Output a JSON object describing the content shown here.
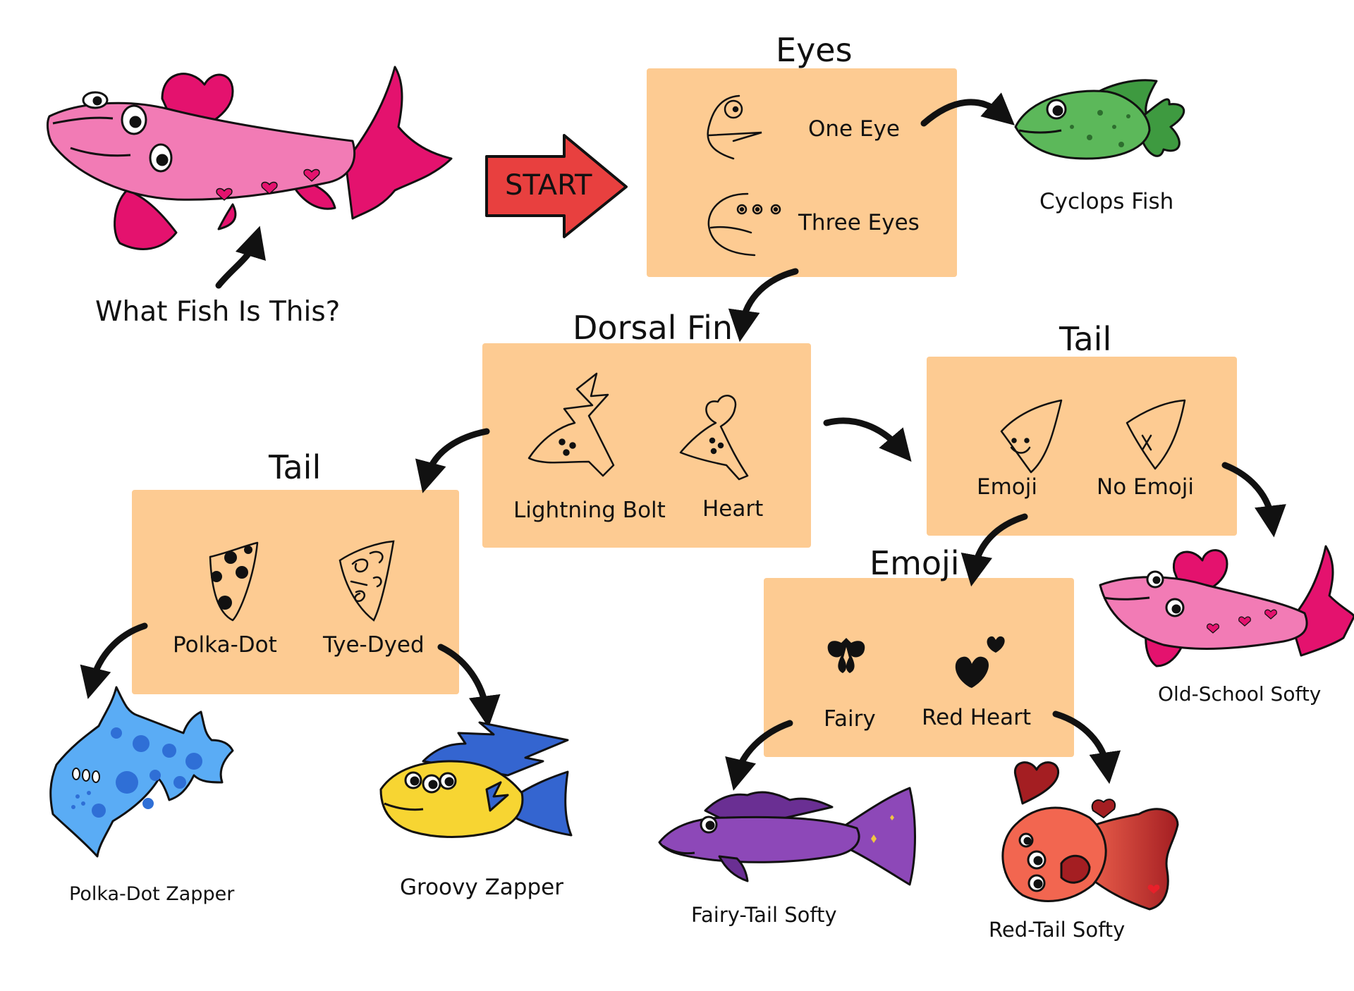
{
  "question": "What Fish Is This?",
  "start_label": "START",
  "eyes": {
    "heading": "Eyes",
    "options": [
      "One Eye",
      "Three  Eyes"
    ]
  },
  "dorsal_fin": {
    "heading": "Dorsal Fin",
    "options": [
      "Lightning Bolt",
      "Heart"
    ]
  },
  "tail_left": {
    "heading": "Tail",
    "options": [
      "Polka-Dot",
      "Tye-Dyed"
    ]
  },
  "tail_right": {
    "heading": "Tail",
    "options": [
      "Emoji",
      "No Emoji"
    ]
  },
  "emoji": {
    "heading": "Emoji",
    "options": [
      "Fairy",
      "Red Heart"
    ]
  },
  "results": {
    "cyclops": "Cyclops  Fish",
    "old_school": "Old-School Softy",
    "polka_dot_zapper": "Polka-Dot Zapper",
    "groovy_zapper": "Groovy Zapper",
    "fairy_tail": "Fairy-Tail Softy",
    "red_tail": "Red-Tail Softy"
  },
  "colors": {
    "box": "#fdcb92",
    "start_arrow": "#e8403f",
    "pink_fish": "#f27bb5",
    "magenta_fin": "#e4126e",
    "green_fish": "#5cb85a",
    "blue_fish": "#5aacf5",
    "yellow_fish": "#f7d532",
    "purple_fish": "#8d48b8",
    "red_fish": "#f26650"
  }
}
